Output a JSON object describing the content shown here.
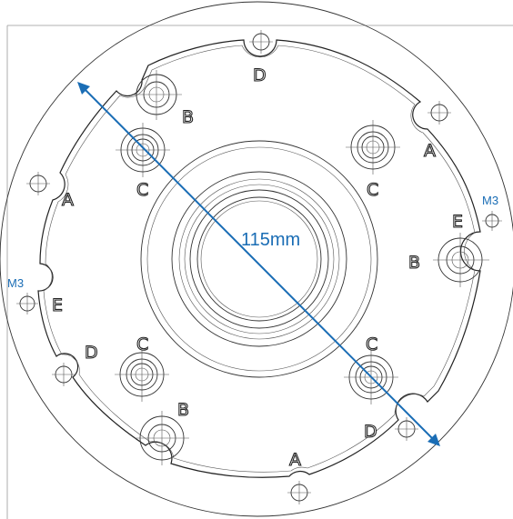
{
  "dimension": {
    "label": "115mm",
    "color": "#1a6db5"
  },
  "thread_labels": {
    "right": "M3",
    "left": "M3"
  },
  "hole_labels": {
    "top_d": "D",
    "upper_left_b": "B",
    "upper_left_c": "C",
    "upper_right_c": "C",
    "upper_right_a": "A",
    "left_a": "A",
    "right_e": "E",
    "right_b": "B",
    "left_e": "E",
    "lower_left_d": "D",
    "lower_left_c": "C",
    "lower_right_c": "C",
    "lower_left_b": "B",
    "lower_right_d": "D",
    "bottom_a": "A"
  },
  "colors": {
    "line": "#222222",
    "dimension": "#1a6db5"
  }
}
